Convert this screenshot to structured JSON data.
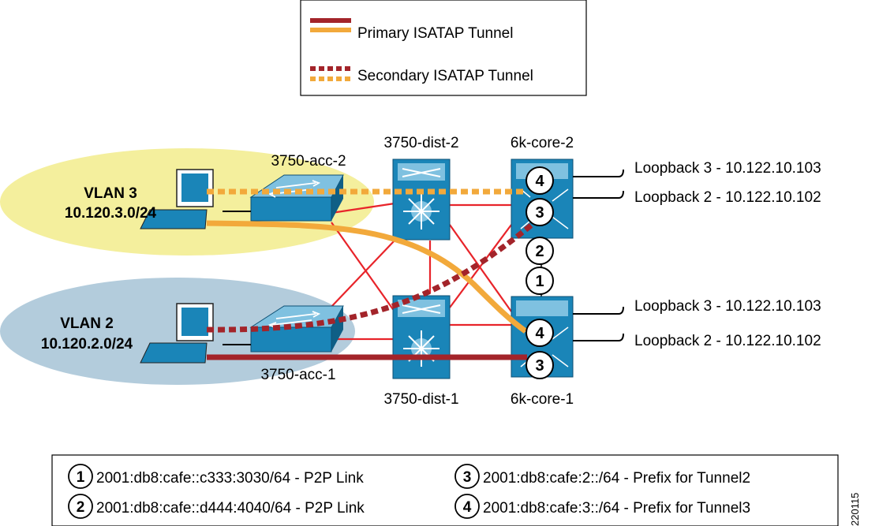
{
  "legend": {
    "primary_label": "Primary ISATAP Tunnel",
    "secondary_label": "Secondary ISATAP Tunnel"
  },
  "vlans": [
    {
      "name": "VLAN 3",
      "subnet": "10.120.3.0/24"
    },
    {
      "name": "VLAN 2",
      "subnet": "10.120.2.0/24"
    }
  ],
  "devices": {
    "acc2": "3750-acc-2",
    "acc1": "3750-acc-1",
    "dist2": "3750-dist-2",
    "dist1": "3750-dist-1",
    "core2": "6k-core-2",
    "core1": "6k-core-1"
  },
  "loopbacks": [
    "Loopback 3 - 10.122.10.103",
    "Loopback 2 - 10.122.10.102",
    "Loopback 3 - 10.122.10.103",
    "Loopback 2 - 10.122.10.102"
  ],
  "markers": [
    "4",
    "3",
    "2",
    "1",
    "4",
    "3"
  ],
  "notes": [
    {
      "num": "1",
      "text": "2001:db8:cafe::c333:3030/64 - P2P Link"
    },
    {
      "num": "2",
      "text": "2001:db8:cafe::d444:4040/64 - P2P Link"
    },
    {
      "num": "3",
      "text": "2001:db8:cafe:2::/64 - Prefix for Tunnel2"
    },
    {
      "num": "4",
      "text": "2001:db8:cafe:3::/64 - Prefix for Tunnel3"
    }
  ],
  "figure_id": "220115",
  "colors": {
    "primary_dark": "#a3242a",
    "primary_orange": "#f2a93b",
    "link_red": "#e8242a",
    "vlan3_fill": "#f4ef9d",
    "vlan2_fill": "#b3ccdc",
    "device_blue": "#1a85b8",
    "device_light": "#7fc1e0"
  }
}
